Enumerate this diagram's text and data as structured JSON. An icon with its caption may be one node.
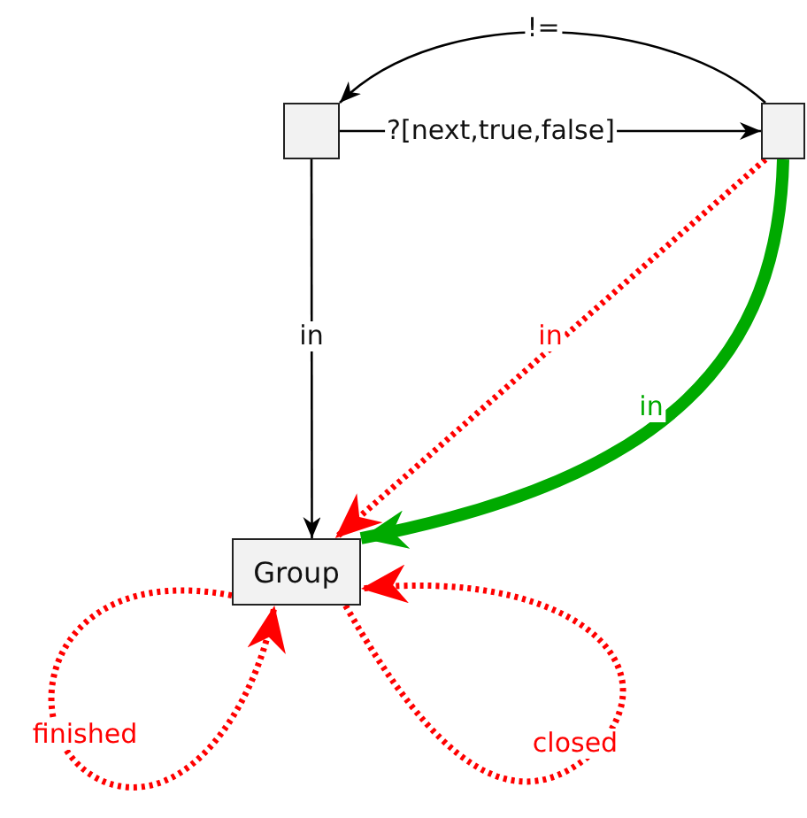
{
  "diagram": {
    "nodes": [
      {
        "text": [],
        "shape": "box"
      },
      {
        "text": [],
        "shape": "box"
      },
      {
        "text": [
          "Group"
        ]
      }
    ],
    "edges": [
      {
        "from": 0,
        "to": 1,
        "label": "?[next,true,false]",
        "arrow": "to"
      },
      {
        "from": 1,
        "to": 0,
        "label": "!=",
        "arrow": "to"
      },
      {
        "from": 0,
        "to": 2,
        "label": "in",
        "arrow": "to"
      },
      {
        "from": 1,
        "to": 2,
        "label": "in",
        "arrow": "to",
        "style": "dashed",
        "color": "#ff0000"
      },
      {
        "from": 1,
        "to": 2,
        "label": "in",
        "arrow": "to",
        "style": "thick",
        "color": "#00aa00"
      },
      {
        "from": 2,
        "to": 2,
        "label": "finished",
        "arrow": "to",
        "style": "dashed",
        "color": "#ff0000"
      },
      {
        "from": 2,
        "to": 2,
        "label": "closed",
        "arrow": "to",
        "style": "dashed",
        "color": "#ff0000"
      }
    ]
  }
}
